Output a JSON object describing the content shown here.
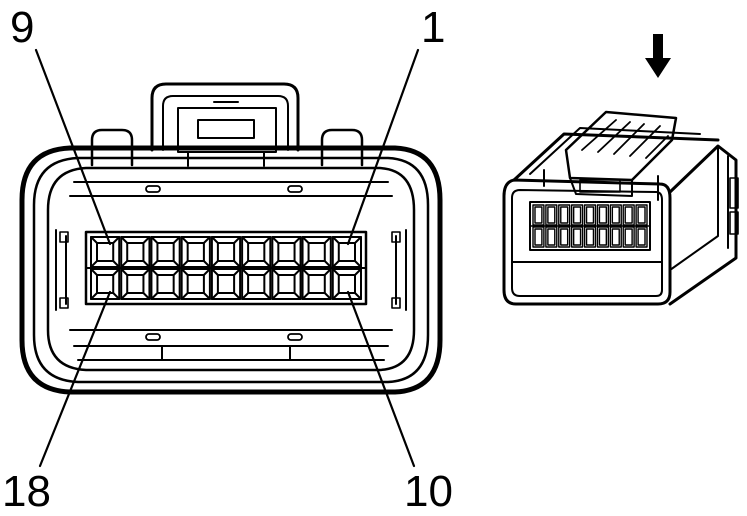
{
  "labels": {
    "pin_top_left": "9",
    "pin_top_right": "1",
    "pin_bottom_left": "18",
    "pin_bottom_right": "10"
  },
  "connector": {
    "rows": 2,
    "pins_per_row": 9
  },
  "icons": {
    "view_direction": "down-arrow-icon"
  },
  "colors": {
    "line": "#000000",
    "background": "#ffffff"
  }
}
